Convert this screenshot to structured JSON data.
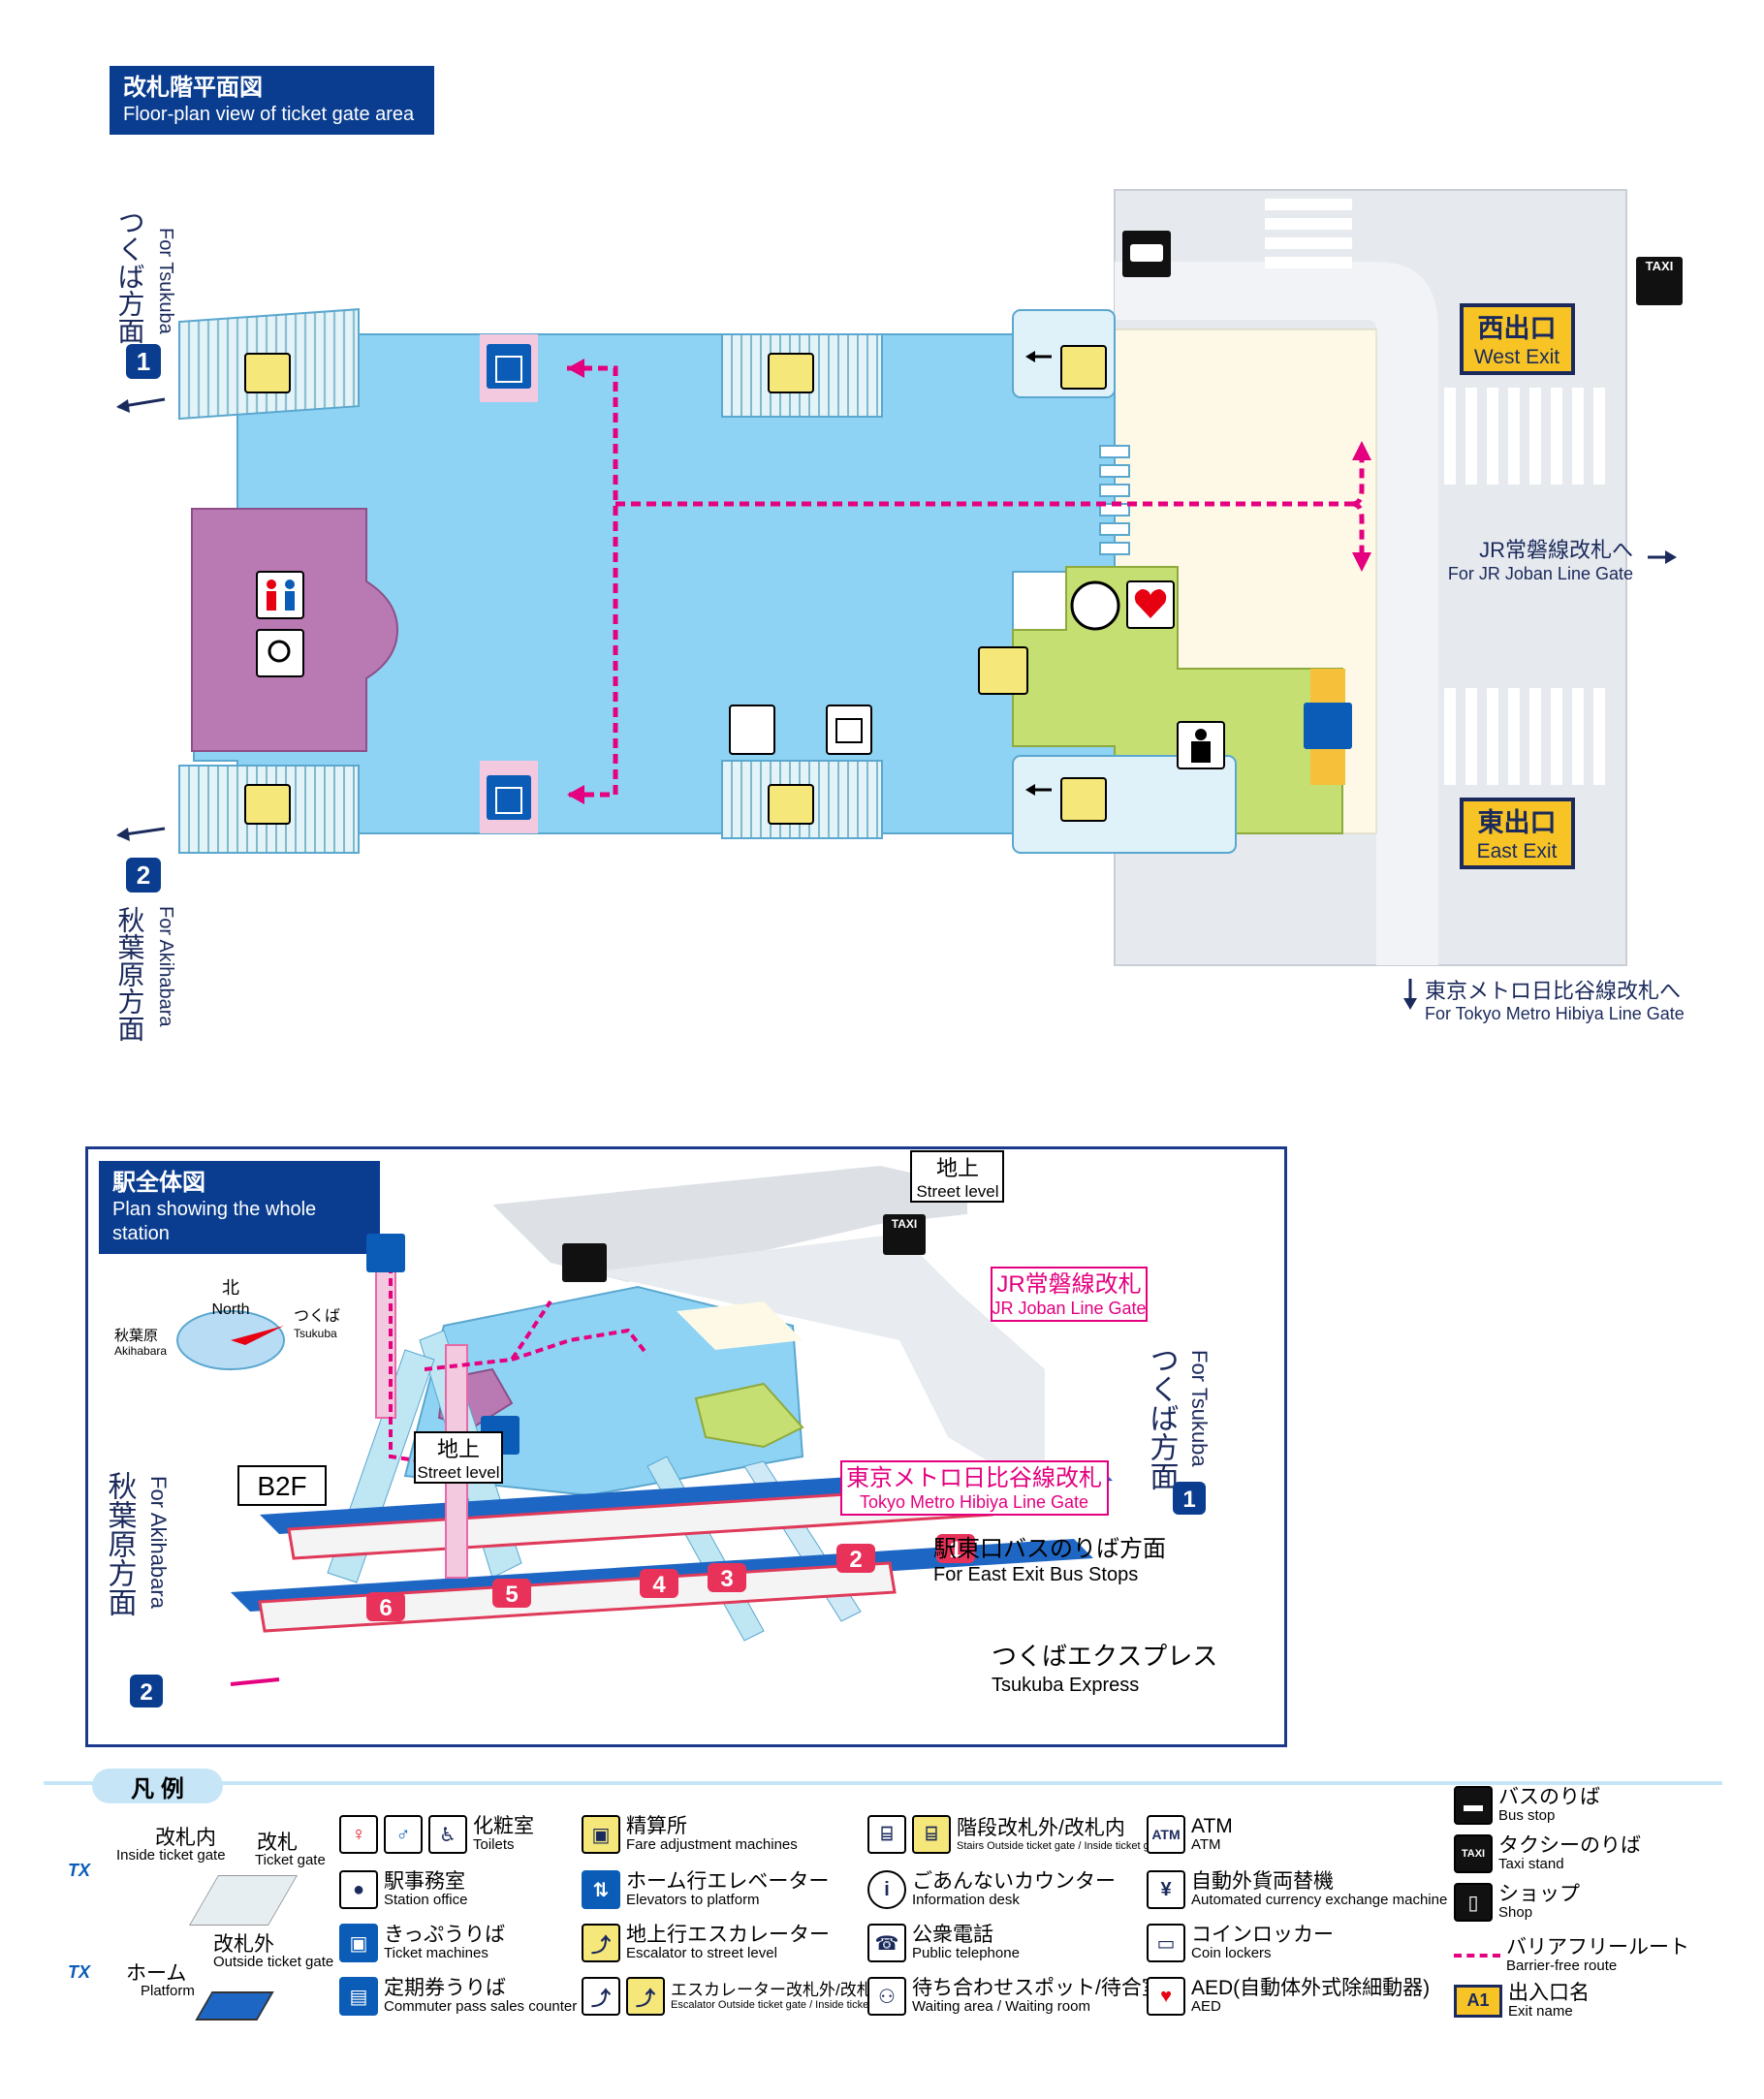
{
  "floor_plan": {
    "title_jp": "改札階平面図",
    "title_en": "Floor-plan view of ticket gate area",
    "dir_tsukuba_jp": "つくば方面",
    "dir_tsukuba_en": "For Tsukuba",
    "dir_tsukuba_num": "1",
    "dir_akihabara_jp": "秋葉原方面",
    "dir_akihabara_en": "For Akihabara",
    "dir_akihabara_num": "2",
    "west_exit_jp": "西出口",
    "west_exit_en": "West Exit",
    "east_exit_jp": "東出口",
    "east_exit_en": "East Exit",
    "jr_gate_jp": "JR常磐線改札へ",
    "jr_gate_en": "For JR Joban Line Gate",
    "metro_gate_jp": "東京メトロ日比谷線改札へ",
    "metro_gate_en": "For Tokyo Metro Hibiya Line Gate",
    "taxi_label": "TAXI"
  },
  "whole_station": {
    "title_jp": "駅全体図",
    "title_en": "Plan showing the whole station",
    "street_jp": "地上",
    "street_en": "Street level",
    "north_jp": "北",
    "north_en": "North",
    "compass_tsukuba_jp": "つくば",
    "compass_tsukuba_en": "Tsukuba",
    "compass_akihabara_jp": "秋葉原",
    "compass_akihabara_en": "Akihabara",
    "b2f": "B2F",
    "jr_gate_jp": "JR常磐線改札",
    "jr_gate_en": "JR Joban Line Gate",
    "metro_gate_jp": "東京メトロ日比谷線改札",
    "metro_gate_en": "Tokyo Metro Hibiya Line Gate",
    "bus_jp": "駅東口バスのりば方面",
    "bus_en": "For East Exit Bus Stops",
    "line_jp": "つくばエクスプレス",
    "line_en": "Tsukuba Express",
    "dir_tsukuba_jp": "つくば方面",
    "dir_tsukuba_en": "For Tsukuba",
    "dir_akihabara_jp": "秋葉原方面",
    "dir_akihabara_en": "For Akihabara",
    "num1": "1",
    "num2": "2",
    "exits": [
      "1",
      "2",
      "3",
      "4",
      "5",
      "6"
    ],
    "taxi_label": "TAXI"
  },
  "legend": {
    "title": "凡 例",
    "inside_jp": "改札内",
    "inside_en": "Inside ticket gate",
    "gate_jp": "改札",
    "gate_en": "Ticket gate",
    "outside_jp": "改札外",
    "outside_en": "Outside ticket gate",
    "platform_jp": "ホーム",
    "platform_en": "Platform",
    "tx_logo": "TX",
    "items": [
      {
        "jp": "化粧室",
        "en": "Toilets"
      },
      {
        "jp": "駅事務室",
        "en": "Station office"
      },
      {
        "jp": "きっぷうりば",
        "en": "Ticket machines"
      },
      {
        "jp": "定期券うりば",
        "en": "Commuter pass sales counter"
      },
      {
        "jp": "精算所",
        "en": "Fare adjustment machines"
      },
      {
        "jp": "ホーム行エレベーター",
        "en": "Elevators to platform"
      },
      {
        "jp": "地上行エスカレーター",
        "en": "Escalator to street level"
      },
      {
        "jp": "エスカレーター改札外/改札内",
        "en": "Escalator Outside ticket gate / Inside ticket gate"
      },
      {
        "jp": "階段改札外/改札内",
        "en": "Stairs Outside ticket gate / Inside ticket gate"
      },
      {
        "jp": "ごあんないカウンター",
        "en": "Information desk"
      },
      {
        "jp": "公衆電話",
        "en": "Public telephone"
      },
      {
        "jp": "待ち合わせスポット/待合室",
        "en": "Waiting area / Waiting room"
      },
      {
        "jp": "ATM",
        "en": "ATM"
      },
      {
        "jp": "自動外貨両替機",
        "en": "Automated currency exchange machine"
      },
      {
        "jp": "コインロッカー",
        "en": "Coin lockers"
      },
      {
        "jp": "AED(自動体外式除細動器)",
        "en": "AED"
      },
      {
        "jp": "バスのりば",
        "en": "Bus stop"
      },
      {
        "jp": "タクシーのりば",
        "en": "Taxi stand"
      },
      {
        "jp": "ショップ",
        "en": "Shop"
      },
      {
        "jp": "バリアフリールート",
        "en": "Barrier-free route"
      },
      {
        "jp": "出入口名",
        "en": "Exit name"
      }
    ],
    "atm_label": "ATM",
    "taxi_label": "TAXI",
    "exit_label": "A1"
  }
}
